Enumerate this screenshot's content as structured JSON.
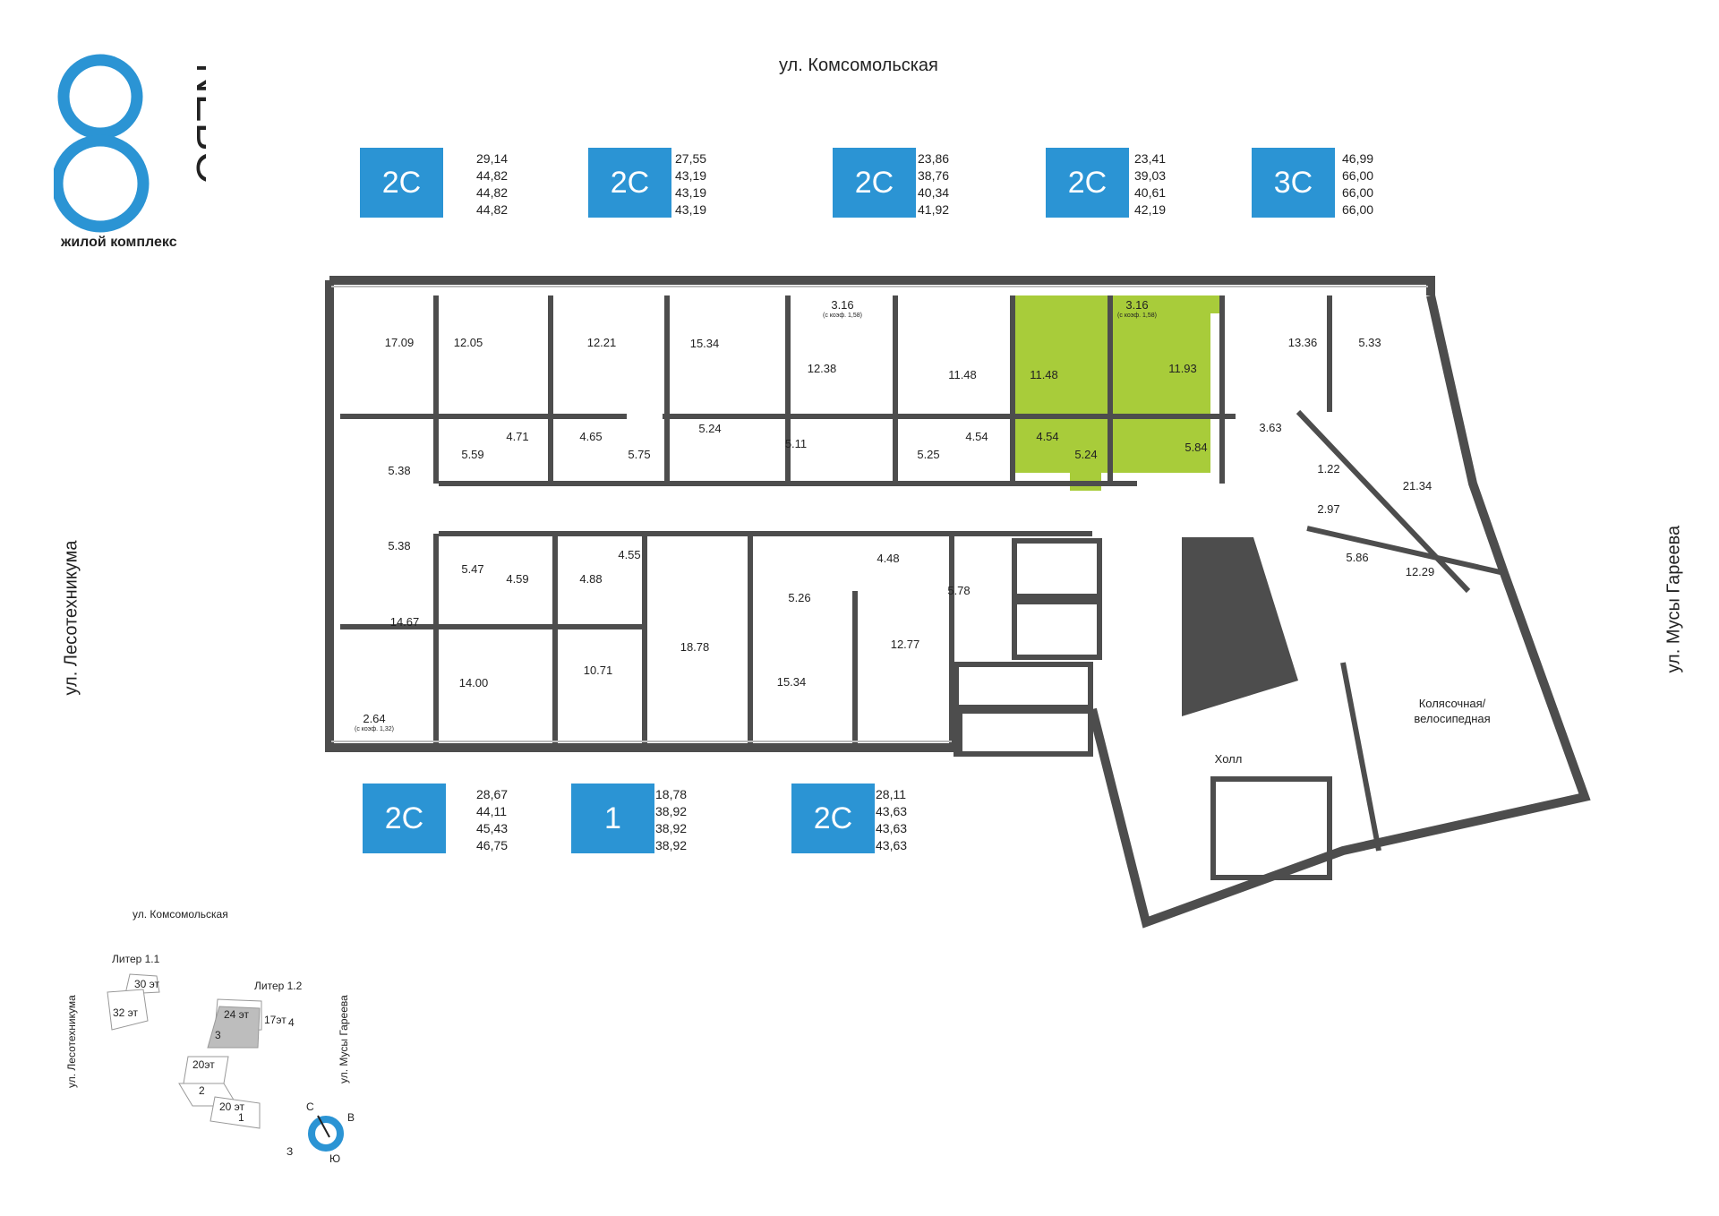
{
  "brand": {
    "logo_digit": "8",
    "logo_word": "NEBO",
    "subtitle": "жилой комплекс"
  },
  "streets": {
    "top": "ул. Комсомольская",
    "left": "ул. Лесотехникума",
    "right": "ул. Мусы Гареева"
  },
  "apartments_top": [
    {
      "type": "2С",
      "areas": [
        "29,14",
        "44,82",
        "44,82",
        "44,82"
      ]
    },
    {
      "type": "2С",
      "areas": [
        "27,55",
        "43,19",
        "43,19",
        "43,19"
      ]
    },
    {
      "type": "2С",
      "areas": [
        "23,86",
        "38,76",
        "40,34",
        "41,92"
      ]
    },
    {
      "type": "2С",
      "areas": [
        "23,41",
        "39,03",
        "40,61",
        "42,19"
      ]
    },
    {
      "type": "3С",
      "areas": [
        "46,99",
        "66,00",
        "66,00",
        "66,00"
      ]
    }
  ],
  "apartments_bottom": [
    {
      "type": "2С",
      "areas": [
        "28,67",
        "44,11",
        "45,43",
        "46,75"
      ]
    },
    {
      "type": "1",
      "areas": [
        "18,78",
        "38,92",
        "38,92",
        "38,92"
      ]
    },
    {
      "type": "2С",
      "areas": [
        "28,11",
        "43,63",
        "43,63",
        "43,63"
      ]
    }
  ],
  "rooms": [
    "17.09",
    "12.05",
    "12.21",
    "15.34",
    "3.16",
    "(с коэф. 1,58)",
    "12.38",
    "11.48",
    "11.48",
    "3.16",
    "(с коэф. 1,58)",
    "11.93",
    "13.36",
    "5.33",
    "5.38",
    "5.59",
    "4.71",
    "4.65",
    "5.75",
    "5.24",
    "5.11",
    "5.25",
    "4.54",
    "4.54",
    "5.24",
    "5.84",
    "3.63",
    "1.22",
    "21.34",
    "2.97",
    "5.38",
    "5.47",
    "4.59",
    "4.88",
    "4.55",
    "4.48",
    "5.26",
    "5.78",
    "5.86",
    "12.29",
    "14.67",
    "14.00",
    "10.71",
    "18.78",
    "15.34",
    "12.77",
    "2.64",
    "(с коэф. 1,32)"
  ],
  "special_rooms": {
    "hall": "Холл",
    "bike_line1": "Колясочная/",
    "bike_line2": "велосипедная"
  },
  "site_plan": {
    "street_top": "ул. Комсомольская",
    "street_left": "ул. Лесотехникума",
    "street_right": "ул. Мусы Гареева",
    "liter_1": "Литер 1.1",
    "liter_2": "Литер 1.2",
    "floors": [
      "30 эт",
      "32 эт",
      "24 эт",
      "17эт",
      "20эт",
      "20 эт"
    ],
    "sections": [
      "3",
      "4",
      "2",
      "1"
    ],
    "compass": {
      "n": "С",
      "e": "В",
      "s": "Ю",
      "w": "З"
    }
  },
  "colors": {
    "accent": "#2b94d4",
    "highlight": "#a8cc3a",
    "wall": "#4d4d4d"
  }
}
